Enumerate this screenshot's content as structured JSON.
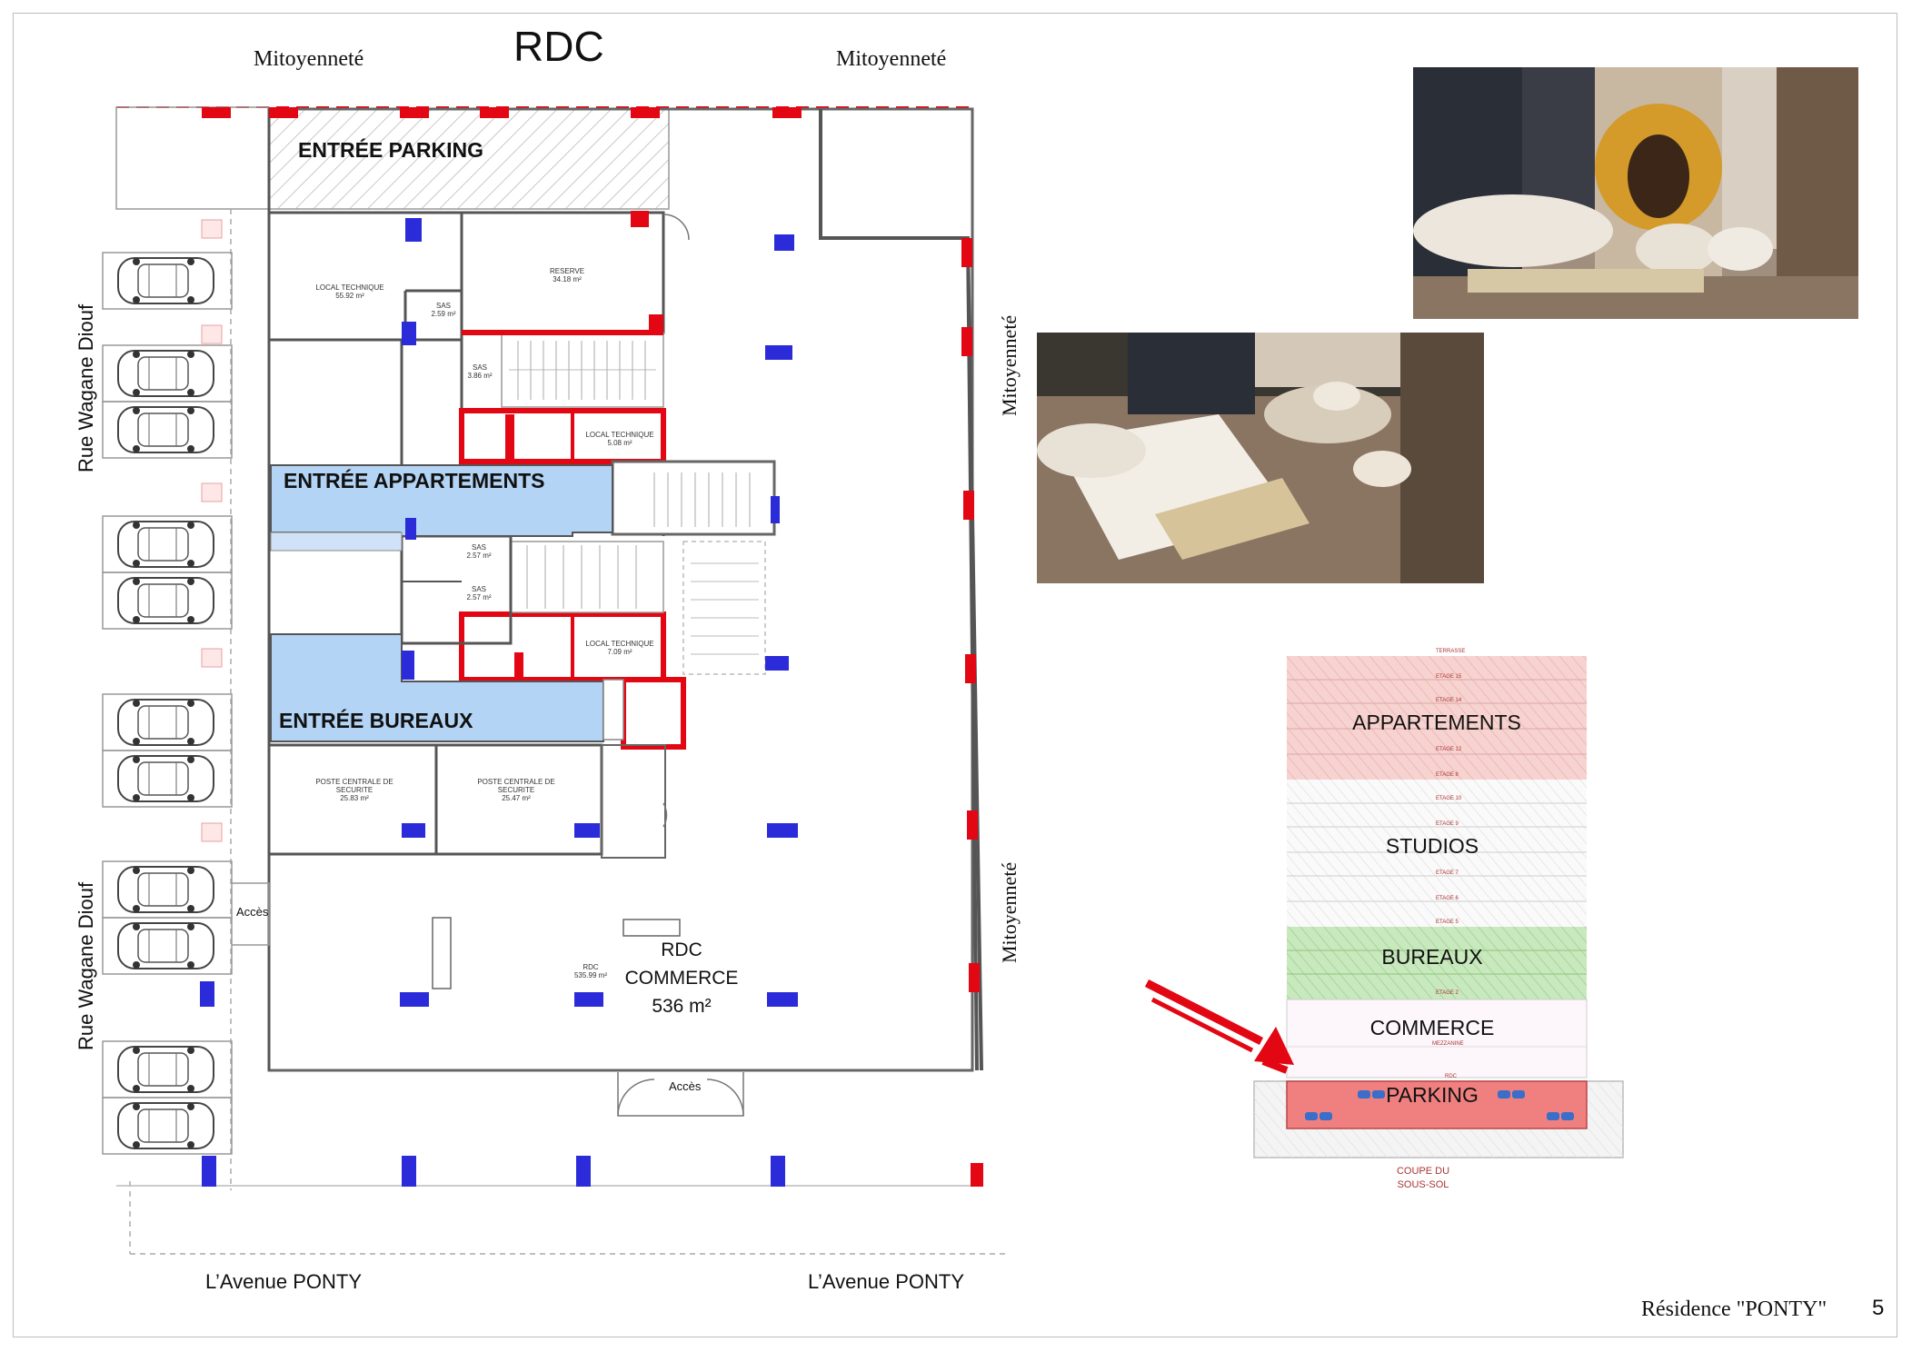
{
  "plan": {
    "title": "RDC",
    "mitoyennete": "Mitoyenneté",
    "street_side": "Rue Wagane Diouf",
    "street_bottom": "L’Avenue PONTY",
    "acces": "Accès",
    "entree_parking": "ENTRÉE PARKING",
    "entree_appartements": "ENTRÉE APPARTEMENTS",
    "entree_bureaux": "ENTRÉE BUREAUX",
    "commerce_label": "RDC",
    "commerce_name": "COMMERCE",
    "commerce_area": "536 m²",
    "rooms": {
      "local_technique_1": "LOCAL TECHNIQUE",
      "local_technique_1_area": "55.92 m²",
      "reserve": "RESERVE",
      "reserve_area": "34.18 m²",
      "sas_1": "SAS",
      "sas_1_area": "2.59 m²",
      "sas_2": "SAS",
      "sas_2_area": "3.86 m²",
      "local_technique_2": "LOCAL TECHNIQUE",
      "local_technique_2_area": "5.08 m²",
      "sas_3": "SAS",
      "sas_3_area": "2.57 m²",
      "sas_4": "SAS",
      "sas_4_area": "2.57 m²",
      "local_technique_3": "LOCAL TECHNIQUE",
      "local_technique_3_area": "7.09 m²",
      "poste_1": "POSTE CENTRALE DE SECURITE",
      "poste_1_area": "25.83 m²",
      "poste_2": "POSTE CENTRALE DE SECURITE",
      "poste_2_area": "25.47 m²",
      "rdc_small": "RDC",
      "rdc_small_area": "535.99 m²"
    }
  },
  "section": {
    "levels": [
      "APPARTEMENTS",
      "STUDIOS",
      "BUREAUX",
      "COMMERCE",
      "PARKING"
    ],
    "caption_line1": "COUPE DU",
    "caption_line2": "SOUS-SOL",
    "small_labels": [
      "TERRASSE",
      "ETAGE 15",
      "ETAGE 14",
      "ETAGE 12",
      "ETAGE 8",
      "ETAGE 10",
      "ETAGE 9",
      "ETAGE 7",
      "ETAGE 6",
      "ETAGE 5",
      "ETAGE 2",
      "MEZZANINE",
      "RDC"
    ]
  },
  "footer": {
    "project": "Résidence \"PONTY\"",
    "page": "5"
  },
  "colors": {
    "wall_red": "#e30613",
    "pillar_blue": "#2b2bd9",
    "entrance_blue": "#b3d4f5",
    "appartements": "#f4c7c3",
    "bureaux": "#bfe3b4",
    "parking": "#f08080"
  }
}
